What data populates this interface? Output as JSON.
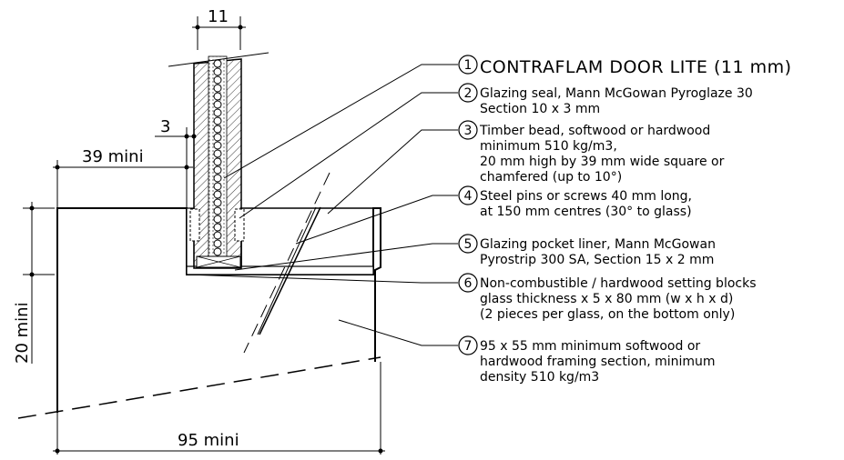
{
  "dimensions": {
    "glass_width": "11",
    "seal_thickness": "3",
    "bead_width": "39 mini",
    "bead_height": "20 mini",
    "frame_width": "95 mini"
  },
  "callouts": [
    {
      "number": "1",
      "lines": [
        "CONTRAFLAM DOOR LITE (11 mm)"
      ]
    },
    {
      "number": "2",
      "lines": [
        "Glazing seal, Mann McGowan Pyroglaze 30",
        "Section 10 x 3 mm"
      ]
    },
    {
      "number": "3",
      "lines": [
        "Timber bead, softwood or hardwood",
        "minimum 510 kg/m3,",
        "20 mm high by 39 mm wide square or",
        "chamfered (up to 10°)"
      ]
    },
    {
      "number": "4",
      "lines": [
        "Steel pins or screws 40 mm long,",
        "at 150 mm centres (30° to glass)"
      ]
    },
    {
      "number": "5",
      "lines": [
        "Glazing pocket liner, Mann McGowan",
        "Pyrostrip 300 SA, Section 15 x 2 mm"
      ]
    },
    {
      "number": "6",
      "lines": [
        "Non-combustible / hardwood setting blocks",
        "glass thickness x 5 x 80 mm (w x h x d)",
        "(2 pieces per glass, on the bottom only)"
      ]
    },
    {
      "number": "7",
      "lines": [
        "95 x 55 mm minimum softwood or",
        "hardwood framing section, minimum",
        "density 510 kg/m3"
      ]
    }
  ]
}
